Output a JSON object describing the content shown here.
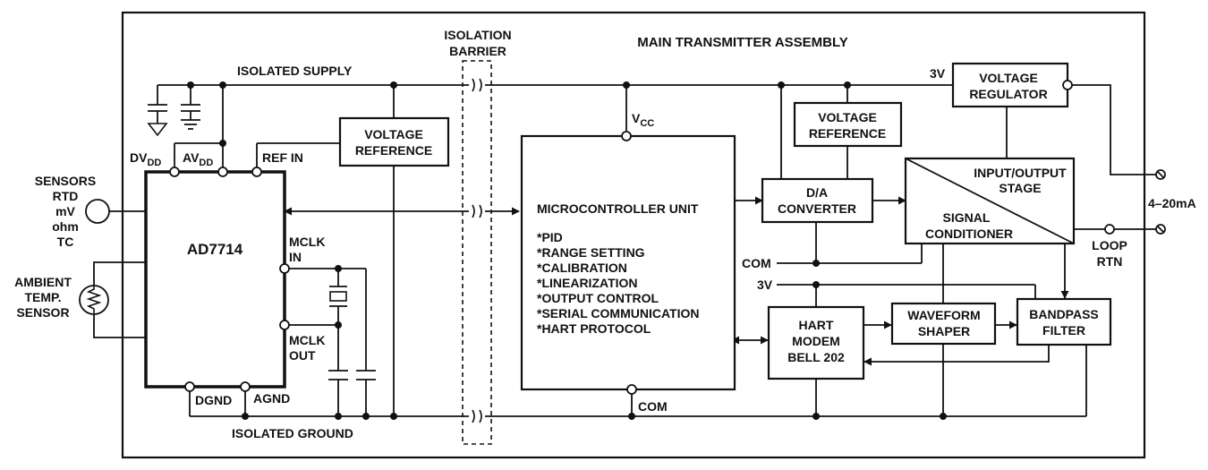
{
  "assembly_title": "MAIN TRANSMITTER ASSEMBLY",
  "isolation_barrier": {
    "line1": "ISOLATION",
    "line2": "BARRIER"
  },
  "supply": {
    "isolated_supply": "ISOLATED SUPPLY",
    "isolated_ground": "ISOLATED GROUND"
  },
  "sensors": {
    "lines": [
      "SENSORS",
      "RTD",
      "mV",
      "ohm",
      "TC"
    ]
  },
  "ambient": {
    "lines": [
      "AMBIENT",
      "TEMP.",
      "SENSOR"
    ]
  },
  "adc": {
    "name": "AD7714",
    "dvdd": {
      "main": "DV",
      "sub": "DD"
    },
    "avdd": {
      "main": "AV",
      "sub": "DD"
    },
    "ref_in": "REF IN",
    "mclk_in": {
      "line1": "MCLK",
      "line2": "IN"
    },
    "mclk_out": {
      "line1": "MCLK",
      "line2": "OUT"
    },
    "dgnd": "DGND",
    "agnd": "AGND"
  },
  "vref_left": {
    "line1": "VOLTAGE",
    "line2": "REFERENCE"
  },
  "mcu": {
    "vcc": {
      "main": "V",
      "sub": "CC"
    },
    "com": "COM",
    "title": "MICROCONTROLLER UNIT",
    "features": [
      "*PID",
      "*RANGE SETTING",
      "*CALIBRATION",
      "*LINEARIZATION",
      "*OUTPUT CONTROL",
      "*SERIAL COMMUNICATION",
      "*HART  PROTOCOL"
    ]
  },
  "dac": {
    "line1": "D/A",
    "line2": "CONVERTER"
  },
  "vref_right": {
    "line1": "VOLTAGE",
    "line2": "REFERENCE"
  },
  "vreg": {
    "line1": "VOLTAGE",
    "line2": "REGULATOR"
  },
  "io_stage": {
    "line1": "INPUT/OUTPUT",
    "line2": "STAGE"
  },
  "signal_cond": {
    "line1": "SIGNAL",
    "line2": "CONDITIONER"
  },
  "hart": {
    "line1": "HART",
    "line2": "MODEM",
    "line3": "BELL 202"
  },
  "waveform": {
    "line1": "WAVEFORM",
    "line2": "SHAPER"
  },
  "bandpass": {
    "line1": "BANDPASS",
    "line2": "FILTER"
  },
  "labels": {
    "three_v_top": "3V",
    "three_v_mid": "3V",
    "com_right": "COM"
  },
  "output": {
    "current": "4–20mA",
    "loop_rtn_line1": "LOOP",
    "loop_rtn_line2": "RTN"
  }
}
